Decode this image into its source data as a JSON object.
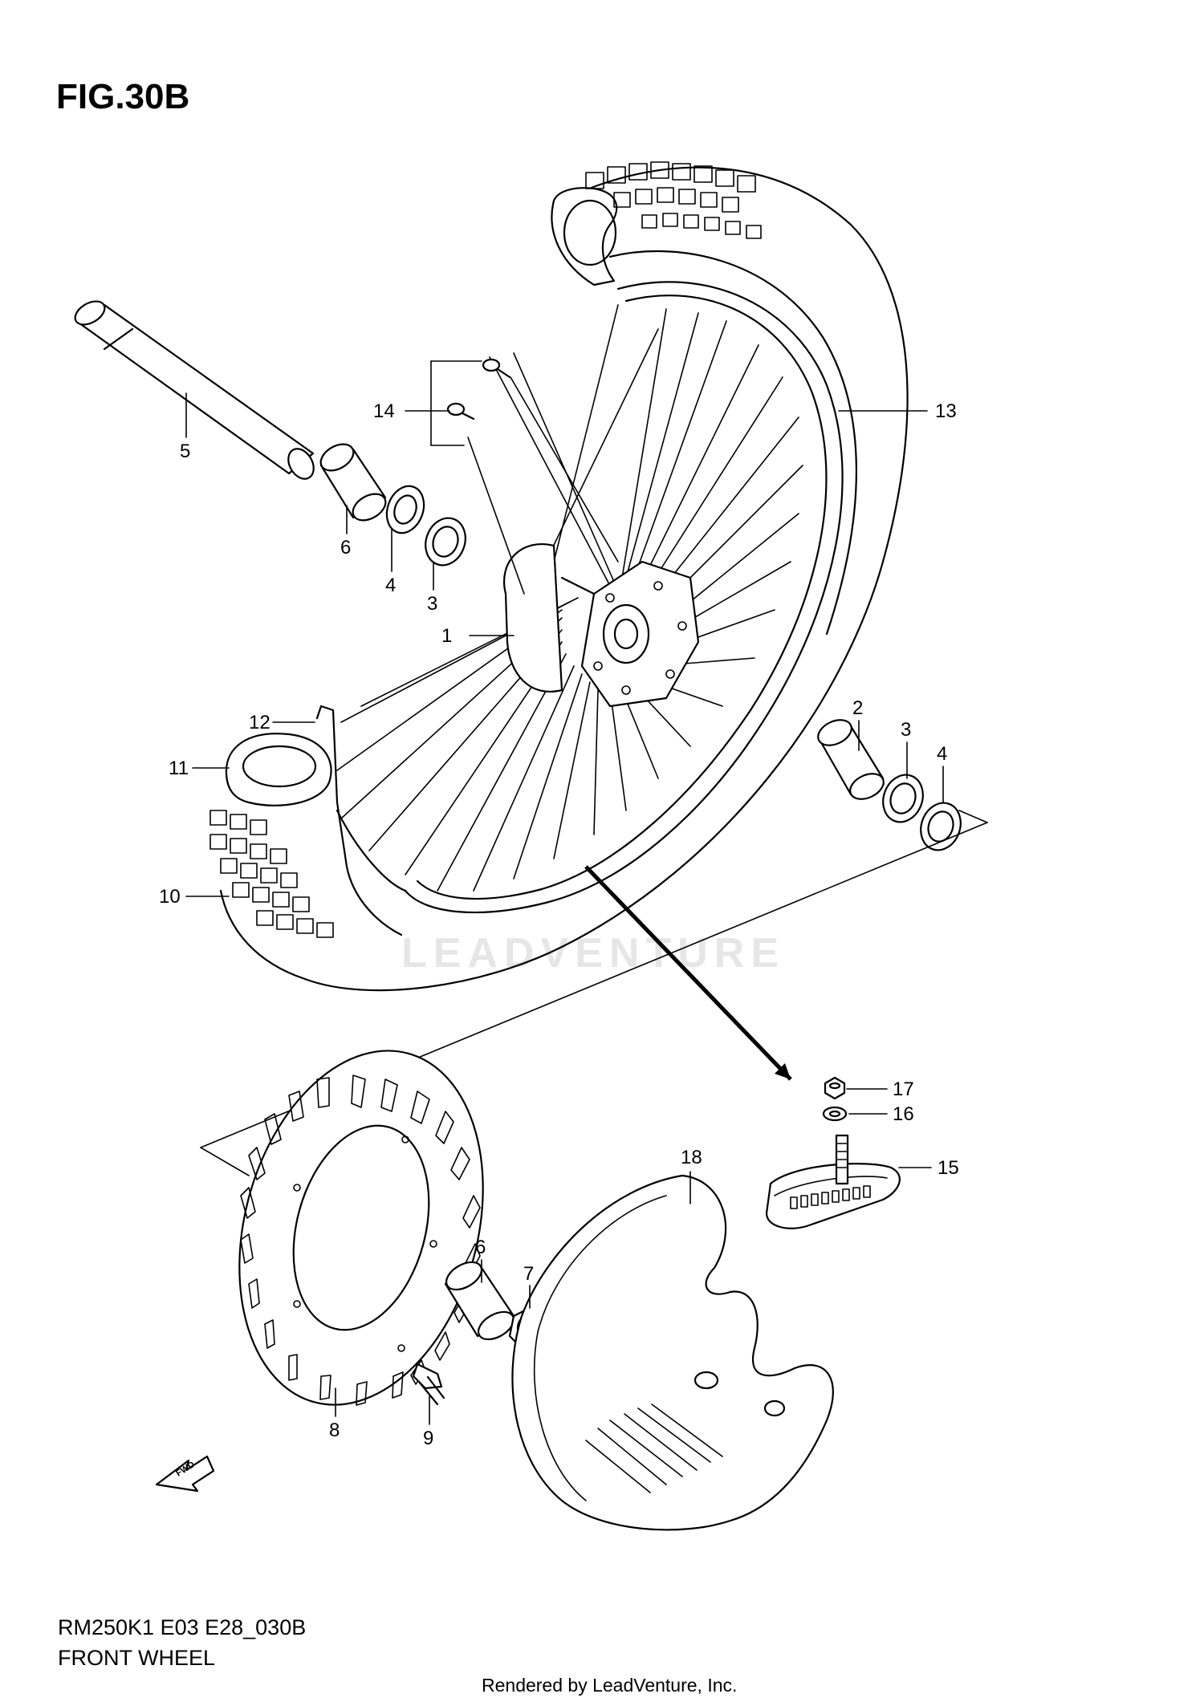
{
  "figure": {
    "title": "FIG.30B",
    "model_code": "RM250K1 E03 E28_030B",
    "caption": "FRONT WHEEL"
  },
  "footer": {
    "rendered_by": "Rendered by LeadVenture, Inc."
  },
  "watermark": {
    "text": "LEADVENTURE"
  },
  "fwd_arrow": {
    "label": "FWD"
  },
  "callouts": [
    {
      "id": "c1",
      "label": "1",
      "part": "hub"
    },
    {
      "id": "c2",
      "label": "2",
      "part": "spacer"
    },
    {
      "id": "c3a",
      "label": "3",
      "part": "bearing"
    },
    {
      "id": "c3b",
      "label": "3",
      "part": "bearing"
    },
    {
      "id": "c4a",
      "label": "4",
      "part": "oil-seal"
    },
    {
      "id": "c4b",
      "label": "4",
      "part": "oil-seal"
    },
    {
      "id": "c5",
      "label": "5",
      "part": "axle"
    },
    {
      "id": "c6a",
      "label": "6",
      "part": "collar"
    },
    {
      "id": "c6b",
      "label": "6",
      "part": "collar"
    },
    {
      "id": "c7",
      "label": "7",
      "part": "nut"
    },
    {
      "id": "c8",
      "label": "8",
      "part": "brake-disc"
    },
    {
      "id": "c9",
      "label": "9",
      "part": "disc-bolt"
    },
    {
      "id": "c10",
      "label": "10",
      "part": "tire"
    },
    {
      "id": "c11",
      "label": "11",
      "part": "tube"
    },
    {
      "id": "c12",
      "label": "12",
      "part": "rim-band"
    },
    {
      "id": "c13",
      "label": "13",
      "part": "rim"
    },
    {
      "id": "c14",
      "label": "14",
      "part": "spoke-set"
    },
    {
      "id": "c15",
      "label": "15",
      "part": "rim-lock"
    },
    {
      "id": "c16",
      "label": "16",
      "part": "washer"
    },
    {
      "id": "c17",
      "label": "17",
      "part": "nut"
    },
    {
      "id": "c18",
      "label": "18",
      "part": "disc-cover"
    }
  ]
}
